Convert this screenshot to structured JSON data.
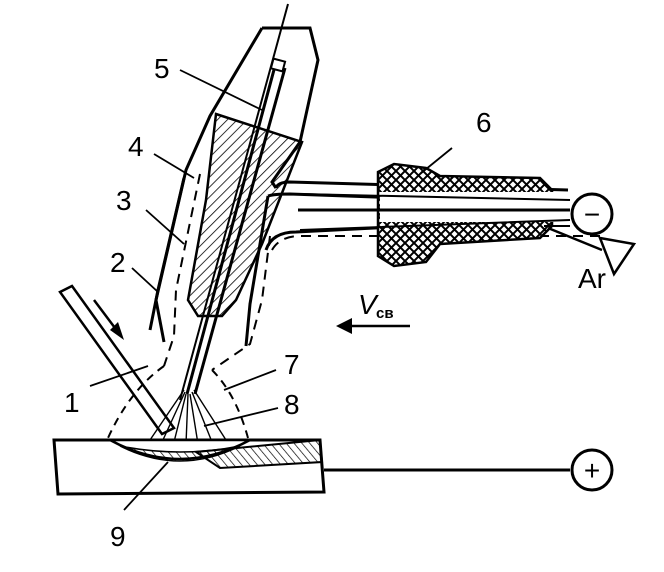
{
  "labels": {
    "n1": "1",
    "n2": "2",
    "n3": "3",
    "n4": "4",
    "n5": "5",
    "n6": "6",
    "n7": "7",
    "n8": "8",
    "n9": "9",
    "gas": "Ar",
    "speed_v": "V",
    "speed_sub": "св",
    "minus": "−",
    "plus": "+"
  }
}
